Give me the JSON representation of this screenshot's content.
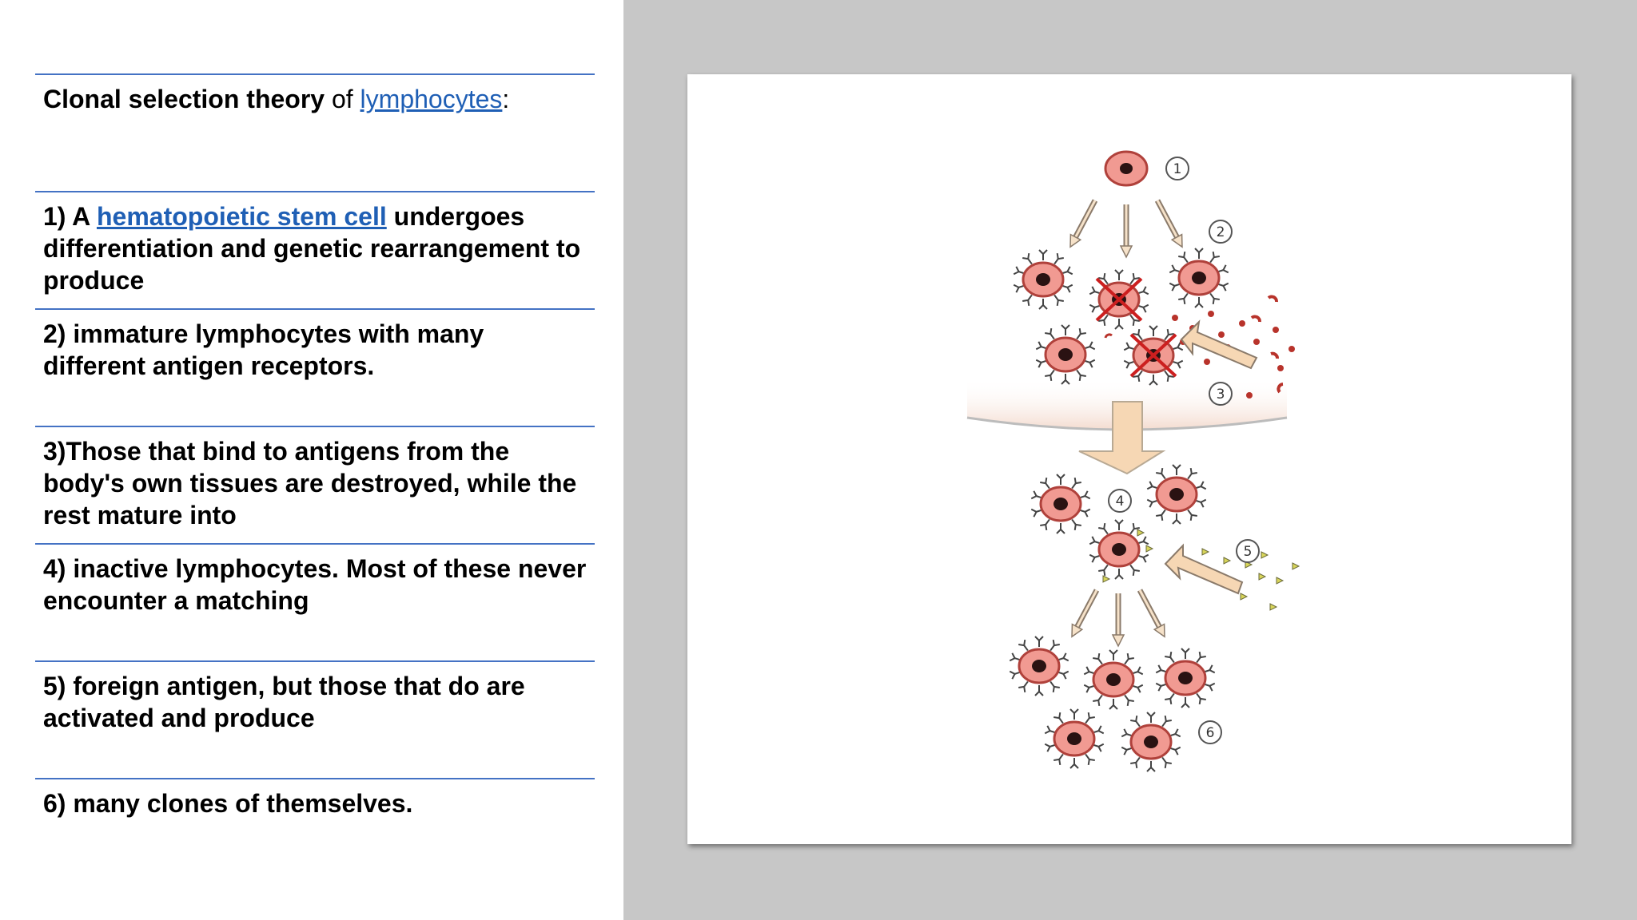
{
  "slide": {
    "title": {
      "bold": "Clonal selection theory",
      "middle": " of ",
      "link": "lymphocytes",
      "end": ":"
    },
    "rows": [
      {
        "prefix": "1) A ",
        "link": "hematopoietic stem cell",
        "suffix": " undergoes differentiation and genetic rearrangement to produce"
      },
      {
        "text": "2) immature lymphocytes with many different antigen receptors."
      },
      {
        "text": "3)Those that bind to antigens from the body's own tissues are destroyed, while the rest mature into"
      },
      {
        "text": "4) inactive lymphocytes. Most of these never encounter a matching"
      },
      {
        "text": "5) foreign antigen, but those that do are activated and produce"
      },
      {
        "text": "6) many clones of themselves."
      }
    ]
  },
  "figure": {
    "step_markers": [
      "1",
      "2",
      "3",
      "4",
      "5",
      "6"
    ],
    "colors": {
      "cell_fill": "#f19a92",
      "cell_outline": "#b0413b",
      "nucleus": "#2a1212",
      "destroy_mark": "#cc1f1f",
      "self_antigen": "#b8332b",
      "foreign_antigen": "#d8d55a",
      "arrow_fill": "#f6d7b4",
      "band": "#f7e6dc"
    }
  }
}
